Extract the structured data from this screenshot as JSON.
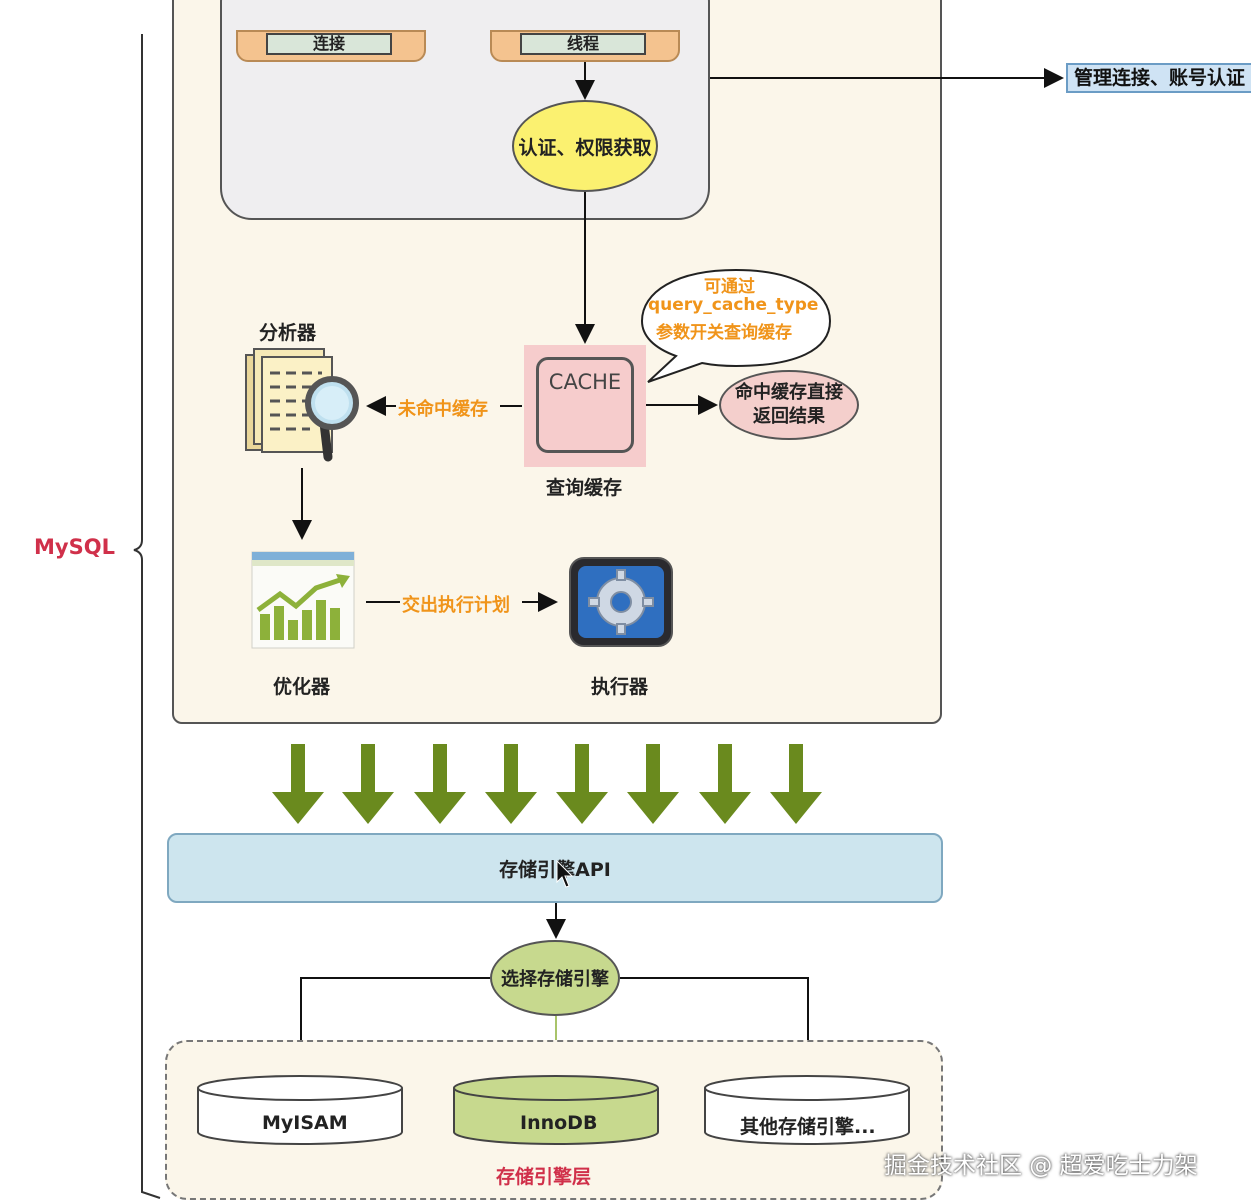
{
  "mysql_label": "MySQL",
  "connection": {
    "conn_label": "连接",
    "thread_label": "线程",
    "auth_label": "认证、权限获取"
  },
  "management_label": "管理连接、账号认证",
  "cache": {
    "inner_label": "CACHE",
    "caption": "查询缓存",
    "bubble_lines": [
      "可通过",
      "query_cache_type",
      "参数开关查询缓存"
    ],
    "hit_lines": [
      "命中缓存直接",
      "返回结果"
    ],
    "miss_label": "未命中缓存"
  },
  "analyzer_label": "分析器",
  "optimizer_label": "优化器",
  "executor_label": "执行器",
  "plan_label": "交出执行计划",
  "storage_api_label": "存储引擎API",
  "select_engine_label": "选择存储引擎",
  "engines": {
    "myisam": "MyISAM",
    "innodb": "InnoDB",
    "other": "其他存储引擎..."
  },
  "storage_layer_label": "存储引擎层",
  "watermark": "掘金技术社区 @ 超爱吃士力架",
  "colors": {
    "mysql_red": "#d0304a",
    "orange_text": "#f0941a",
    "down_arrow_green": "#6a8a1e",
    "innodb_green": "#c7d98e"
  }
}
